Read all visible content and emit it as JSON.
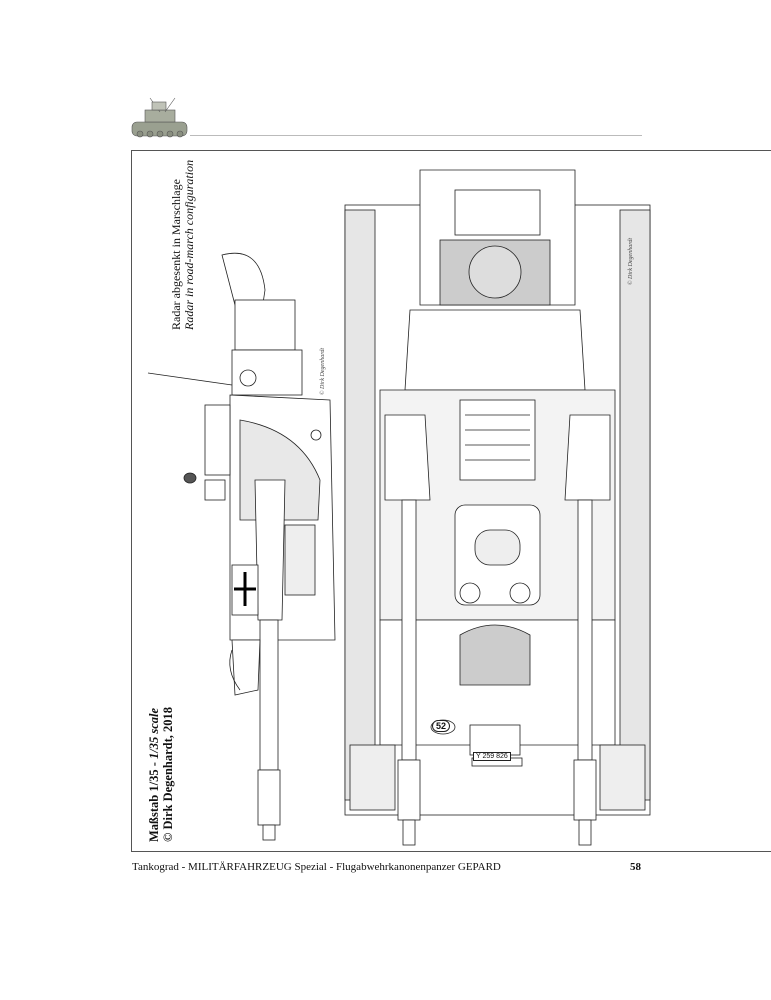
{
  "captions": {
    "radar_de": "Radar abgesenkt in Marschlage",
    "radar_en": "Radar in road-march configuration",
    "scale_de": "Maßstab 1/35 - ",
    "scale_en": "1/35 scale",
    "copyright": "© Dirk Degenhardt, 2018",
    "signature": "© Dirk Degenhardt"
  },
  "drawing": {
    "vehicle_number": "52",
    "license_plate": "Y 259 826"
  },
  "footer": {
    "title": "Tankograd - MILITÄRFAHRZEUG Spezial - Flugabwehrkanonenpanzer GEPARD",
    "page_number": "58"
  }
}
